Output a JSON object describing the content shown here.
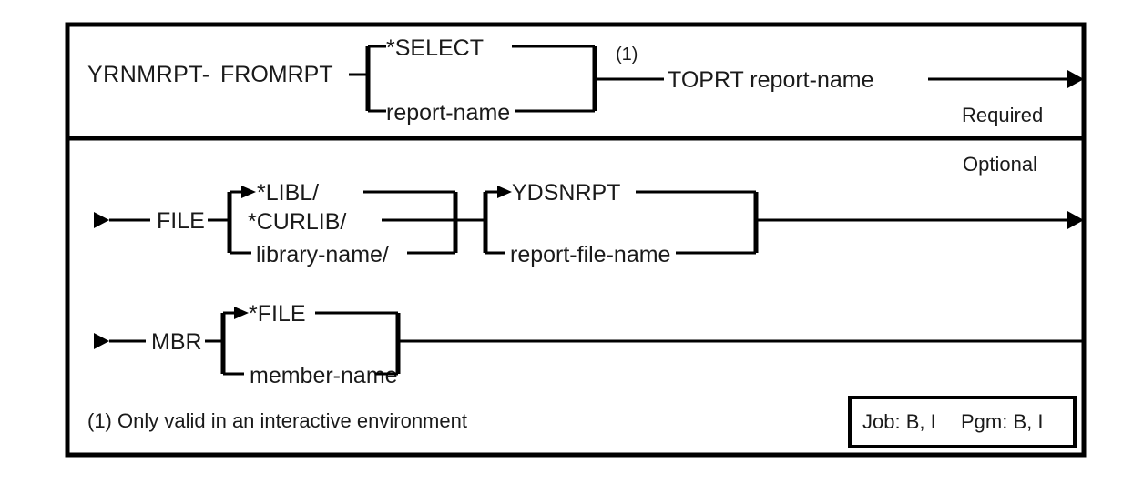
{
  "diagram": {
    "title": "YRNMRPT command syntax diagram",
    "type": "railroad-syntax-diagram",
    "command": "YRNMRPT-",
    "sections": {
      "required": {
        "side_label": "Required",
        "parameters": [
          {
            "keyword": "FROMRPT",
            "choices": [
              "*SELECT",
              "report-name"
            ],
            "default": "*SELECT"
          },
          {
            "keyword": "TOPRT report-name",
            "footnote_ref": "(1)"
          }
        ]
      },
      "optional": {
        "side_label": "Optional",
        "parameters": [
          {
            "keyword": "FILE",
            "qualifier_choices": [
              "*LIBL/",
              "*CURLIB/",
              "library-name/"
            ],
            "qualifier_default": "*LIBL/",
            "name_choices": [
              "YDSNRPT",
              "report-file-name"
            ],
            "name_default": "YDSNRPT"
          },
          {
            "keyword": "MBR",
            "choices": [
              "*FILE",
              "member-name"
            ],
            "default": "*FILE"
          }
        ]
      }
    },
    "footnote": "(1) Only valid in an interactive environment",
    "legend_box": {
      "job_label": "Job: B, I",
      "pgm_label": "Pgm: B, I"
    },
    "labels": {
      "command": "YRNMRPT-",
      "fromrpt": "FROMRPT",
      "select": "*SELECT",
      "report_name": "report-name",
      "footnote_marker": "(1)",
      "toprt": "TOPRT report-name",
      "required": "Required",
      "optional": "Optional",
      "file": "FILE",
      "libl": "*LIBL/",
      "curlib": "*CURLIB/",
      "library_name": "library-name/",
      "ydsnrpt": "YDSNRPT",
      "report_file_name": "report-file-name",
      "mbr": "MBR",
      "star_file": "*FILE",
      "member_name": "member-name",
      "footnote_text": "(1) Only valid in an interactive environment",
      "job": "Job: B, I",
      "pgm": "Pgm: B, I"
    },
    "colors": {
      "ink": "#000000",
      "text": "#1a1a1a",
      "background": "#ffffff"
    }
  }
}
